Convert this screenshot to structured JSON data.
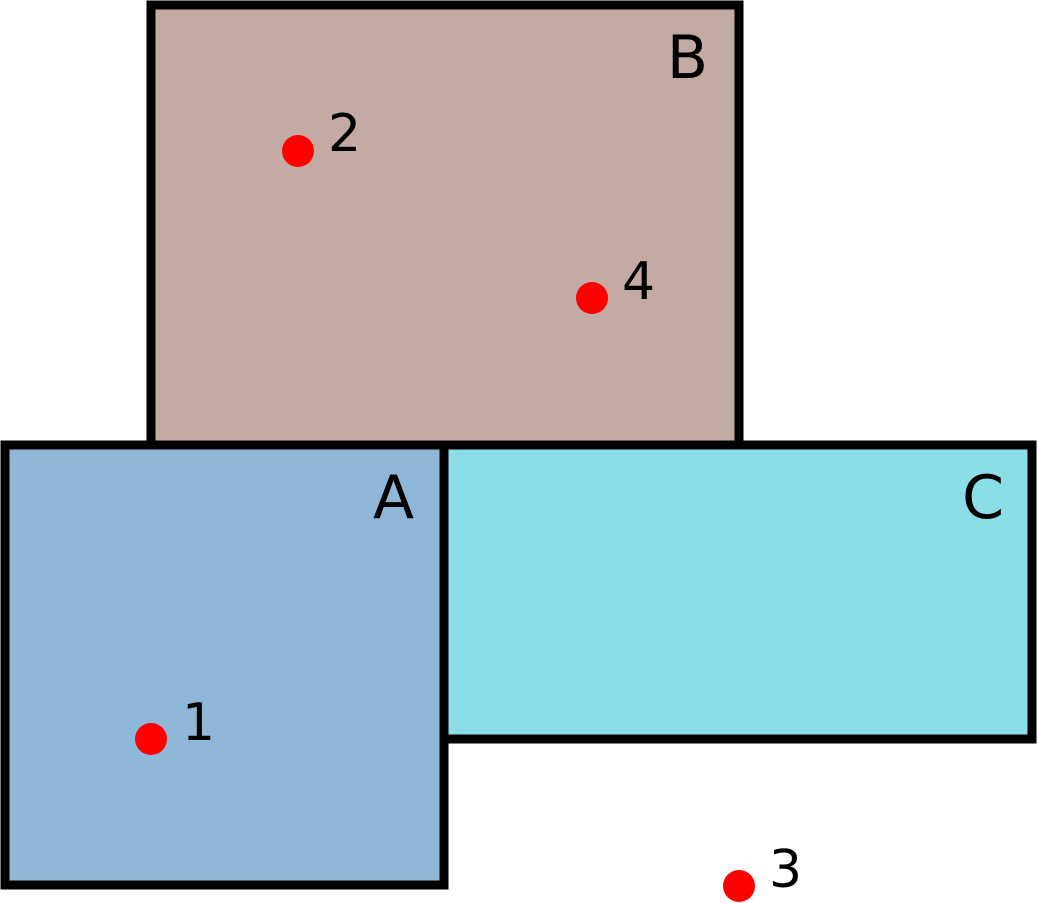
{
  "regions": [
    {
      "id": "B",
      "label": "B",
      "fill": "#c4aaa4"
    },
    {
      "id": "A",
      "label": "A",
      "fill": "#8fb8d8"
    },
    {
      "id": "C",
      "label": "C",
      "fill": "#8bdde8"
    }
  ],
  "points": [
    {
      "id": "1",
      "label": "1"
    },
    {
      "id": "2",
      "label": "2"
    },
    {
      "id": "3",
      "label": "3"
    },
    {
      "id": "4",
      "label": "4"
    }
  ],
  "colors": {
    "outline": "#000000",
    "point": "#ff0000",
    "background": "#ffffff"
  }
}
